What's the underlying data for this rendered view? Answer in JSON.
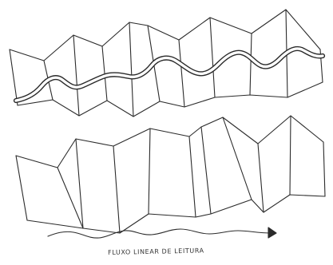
{
  "caption": "FLUXO LINEAR DE LEITURA",
  "colors": {
    "ink": "#2b2b2b",
    "wave_outline": "#2a2a2a",
    "wave_fill": "#ffffff",
    "paper": "#ffffff"
  },
  "icons": {
    "arrow": "arrowhead-icon"
  },
  "strips": [
    {
      "name": "top-accordion-strip",
      "panel_count": 11,
      "has_wave": true
    },
    {
      "name": "bottom-accordion-strip",
      "panel_count": 9,
      "has_wave": false
    }
  ]
}
